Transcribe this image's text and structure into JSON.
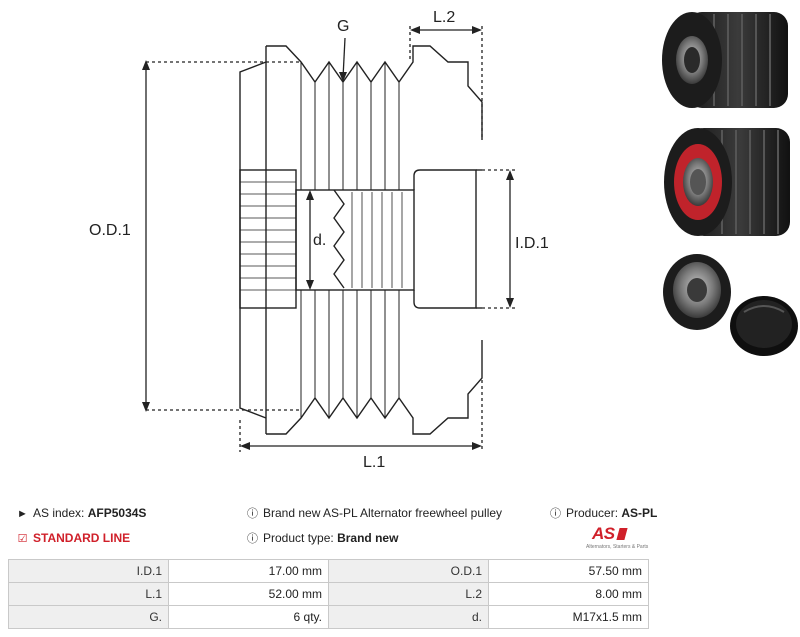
{
  "drawing": {
    "label_g": "G",
    "label_l2": "L.2",
    "label_od1": "O.D.1",
    "label_d": "d.",
    "label_id1": "I.D.1",
    "label_l1": "L.1"
  },
  "info": {
    "as_index_label": "AS index:",
    "as_index_value": "AFP5034S",
    "standard_line": "STANDARD LINE",
    "description": "Brand new AS-PL Alternator freewheel pulley",
    "product_type_label": "Product type:",
    "product_type_value": "Brand new",
    "producer_label": "Producer:",
    "producer_value": "AS-PL"
  },
  "logo": {
    "text": "AS",
    "tagline": "Alternators, Starters & Parts"
  },
  "specs": [
    {
      "label1": "I.D.1",
      "value1": "17.00 mm",
      "label2": "O.D.1",
      "value2": "57.50 mm"
    },
    {
      "label1": "L.1",
      "value1": "52.00 mm",
      "label2": "L.2",
      "value2": "8.00 mm"
    },
    {
      "label1": "G.",
      "value1": "6 qty.",
      "label2": "d.",
      "value2": "M17x1.5 mm"
    }
  ],
  "colors": {
    "accent": "#d0202a",
    "label_bg": "#efefef",
    "border": "#c9c9c9"
  },
  "icons": [
    "tag-icon",
    "check-square-icon",
    "info-icon"
  ]
}
